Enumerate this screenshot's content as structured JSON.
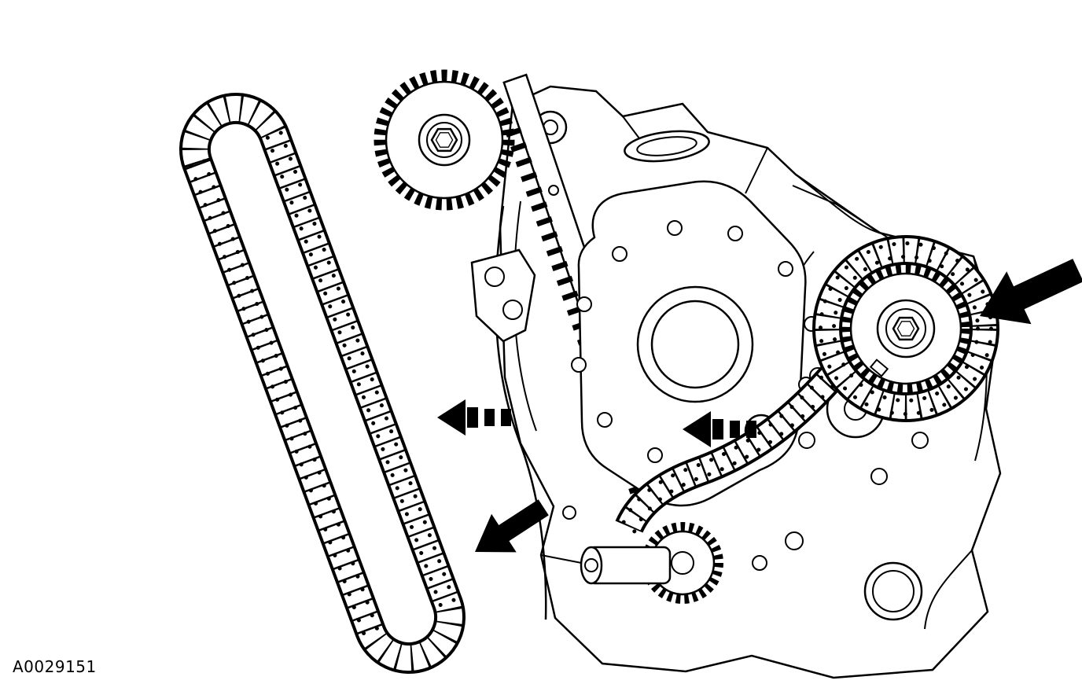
{
  "figure": {
    "label": "A0029151"
  },
  "palette": {
    "line": "#000000",
    "background": "#ffffff",
    "arrow_fill": "#000000"
  },
  "components": {
    "timing_chain_loop": "timing-chain-loop-icon",
    "camshaft_sprocket": "camshaft-sprocket-icon",
    "chain_guide": "toothed-chain-guide-icon",
    "engine_front_cover": "engine-front-cover-icon",
    "crankshaft_sprocket_chain": "crankshaft-sprocket-with-chain-icon",
    "lower_gear": "lower-gear-icon",
    "arrows": [
      "large-solid-callout-arrow-right",
      "dashed-callout-arrow-mid-left",
      "dashed-callout-arrow-center",
      "solid-callout-arrow-lower-left"
    ]
  }
}
